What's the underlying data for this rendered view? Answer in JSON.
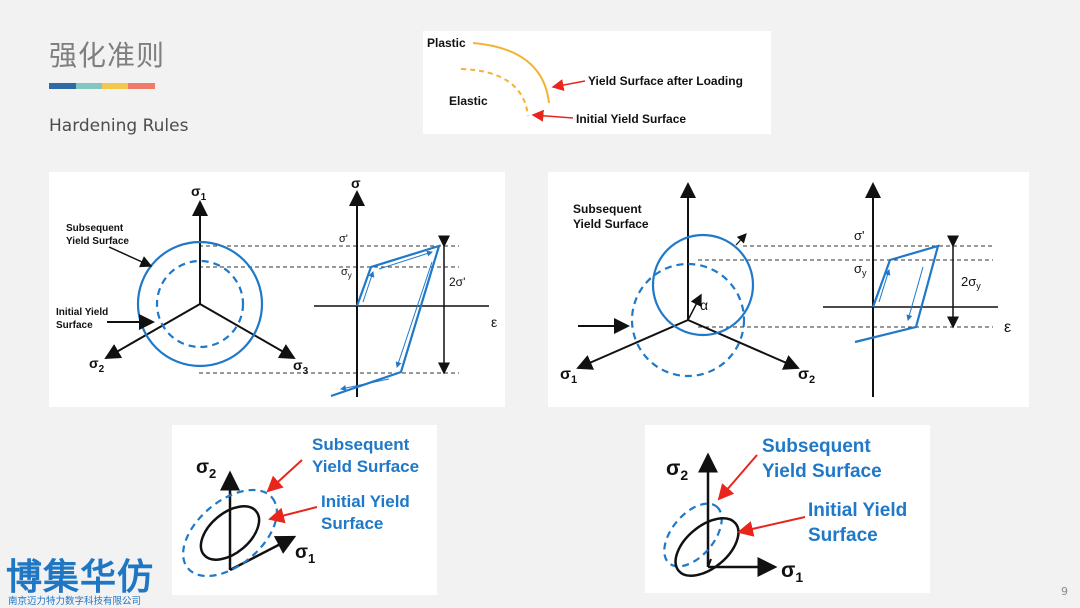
{
  "slide": {
    "title": "强化准则",
    "subtitle": "Hardening Rules",
    "stripe_colors": [
      "#2e6aa6",
      "#82c8c2",
      "#f4c84c",
      "#ef7b6b"
    ],
    "page_number": "9"
  },
  "legend_panel": {
    "plastic": "Plastic",
    "elastic": "Elastic",
    "after_loading": "Yield Surface after Loading",
    "initial": "Initial Yield Surface"
  },
  "isotropic_panel": {
    "sigma1": "σ",
    "sigma1_sub": "1",
    "sigma2_sub": "2",
    "sigma3_sub": "3",
    "subsequent_l1": "Subsequent",
    "subsequent_l2": "Yield Surface",
    "initial_l1": "Initial Yield",
    "initial_l2": "Surface",
    "sigma_axis": "σ",
    "sigma_prime": "σ'",
    "sigma_y": "σ",
    "y_sub": "y",
    "two_sigma_prime": "2σ'",
    "epsilon": "ε"
  },
  "kinematic_panel": {
    "subsequent_l1": "Subsequent",
    "subsequent_l2": "Yield Surface",
    "alpha": "α",
    "sigma_prime": "σ'",
    "sigma_y": "σ",
    "y_sub": "y",
    "two_sigma_y": "2σ",
    "epsilon": "ε"
  },
  "iso2d_panel": {
    "subsequent_l1": "Subsequent",
    "subsequent_l2": "Yield Surface",
    "initial_l1": "Initial Yield",
    "initial_l2": "Surface"
  },
  "kin2d_panel": {
    "subsequent_l1": "Subsequent",
    "subsequent_l2": "Yield Surface",
    "initial_l1": "Initial Yield",
    "initial_l2": "Surface"
  },
  "brand": {
    "name": "博集华仿",
    "company": "南京迈力特力数字科技有限公司"
  },
  "colors": {
    "blue": "#1f78c8",
    "orange": "#f4b233",
    "red": "#e8261c",
    "brand_blue": "#1f77c4"
  }
}
